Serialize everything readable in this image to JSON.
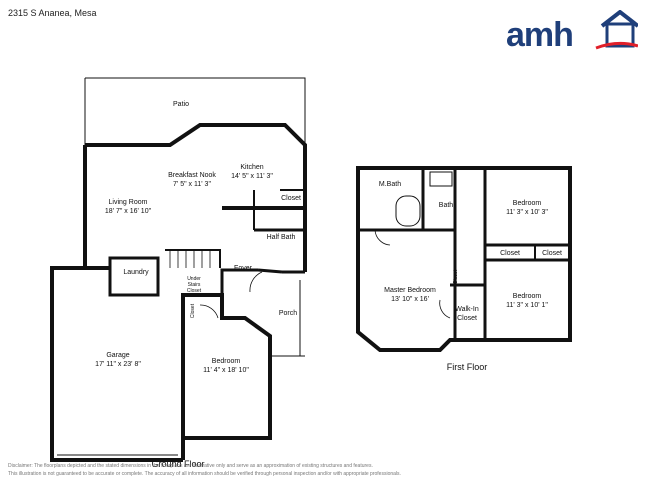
{
  "header": {
    "address": "2315 S Ananea, Mesa"
  },
  "logo": {
    "text": "amh",
    "house_color": "#1f3f7a",
    "swoosh_color": "#e0202a",
    "text_color": "#1f3f7a"
  },
  "ground_floor": {
    "title": "Ground Floor",
    "rooms": [
      {
        "name": "Patio",
        "dims": ""
      },
      {
        "name": "Kitchen",
        "dims": "14' 5\" x 11' 3\""
      },
      {
        "name": "Breakfast Nook",
        "dims": "7' 5\" x 11' 3\""
      },
      {
        "name": "Living Room",
        "dims": "18' 7\" x 16' 10\""
      },
      {
        "name": "Closet",
        "dims": ""
      },
      {
        "name": "Half Bath",
        "dims": ""
      },
      {
        "name": "Laundry",
        "dims": ""
      },
      {
        "name": "Foyer",
        "dims": ""
      },
      {
        "name": "Under Stairs Closet",
        "dims": ""
      },
      {
        "name": "Closet",
        "dims": ""
      },
      {
        "name": "Porch",
        "dims": ""
      },
      {
        "name": "Garage",
        "dims": "17' 11\" x 23' 8\""
      },
      {
        "name": "Bedroom",
        "dims": "11' 4\" x 18' 10\""
      }
    ]
  },
  "first_floor": {
    "title": "First Floor",
    "rooms": [
      {
        "name": "M.Bath",
        "dims": ""
      },
      {
        "name": "Bath",
        "dims": ""
      },
      {
        "name": "Bedroom",
        "dims": "11' 3\" x 10' 3\""
      },
      {
        "name": "Closet",
        "dims": ""
      },
      {
        "name": "Closet",
        "dims": ""
      },
      {
        "name": "Master Bedroom",
        "dims": "13' 10\" x 16'"
      },
      {
        "name": "Closet",
        "dims": ""
      },
      {
        "name": "Walk-In Closet",
        "dims": ""
      },
      {
        "name": "Bedroom",
        "dims": "11' 3\" x 10' 1\""
      }
    ]
  },
  "disclaimer": {
    "line1": "Disclaimer: The floorplans depicted and the stated dimensions in the floorplans are illustrative only and serve as an approximation of existing structures and features.",
    "line2": "This illustration is not guaranteed to be accurate or complete. The accuracy of all information should be verified through personal inspection and/or with appropriate professionals."
  }
}
